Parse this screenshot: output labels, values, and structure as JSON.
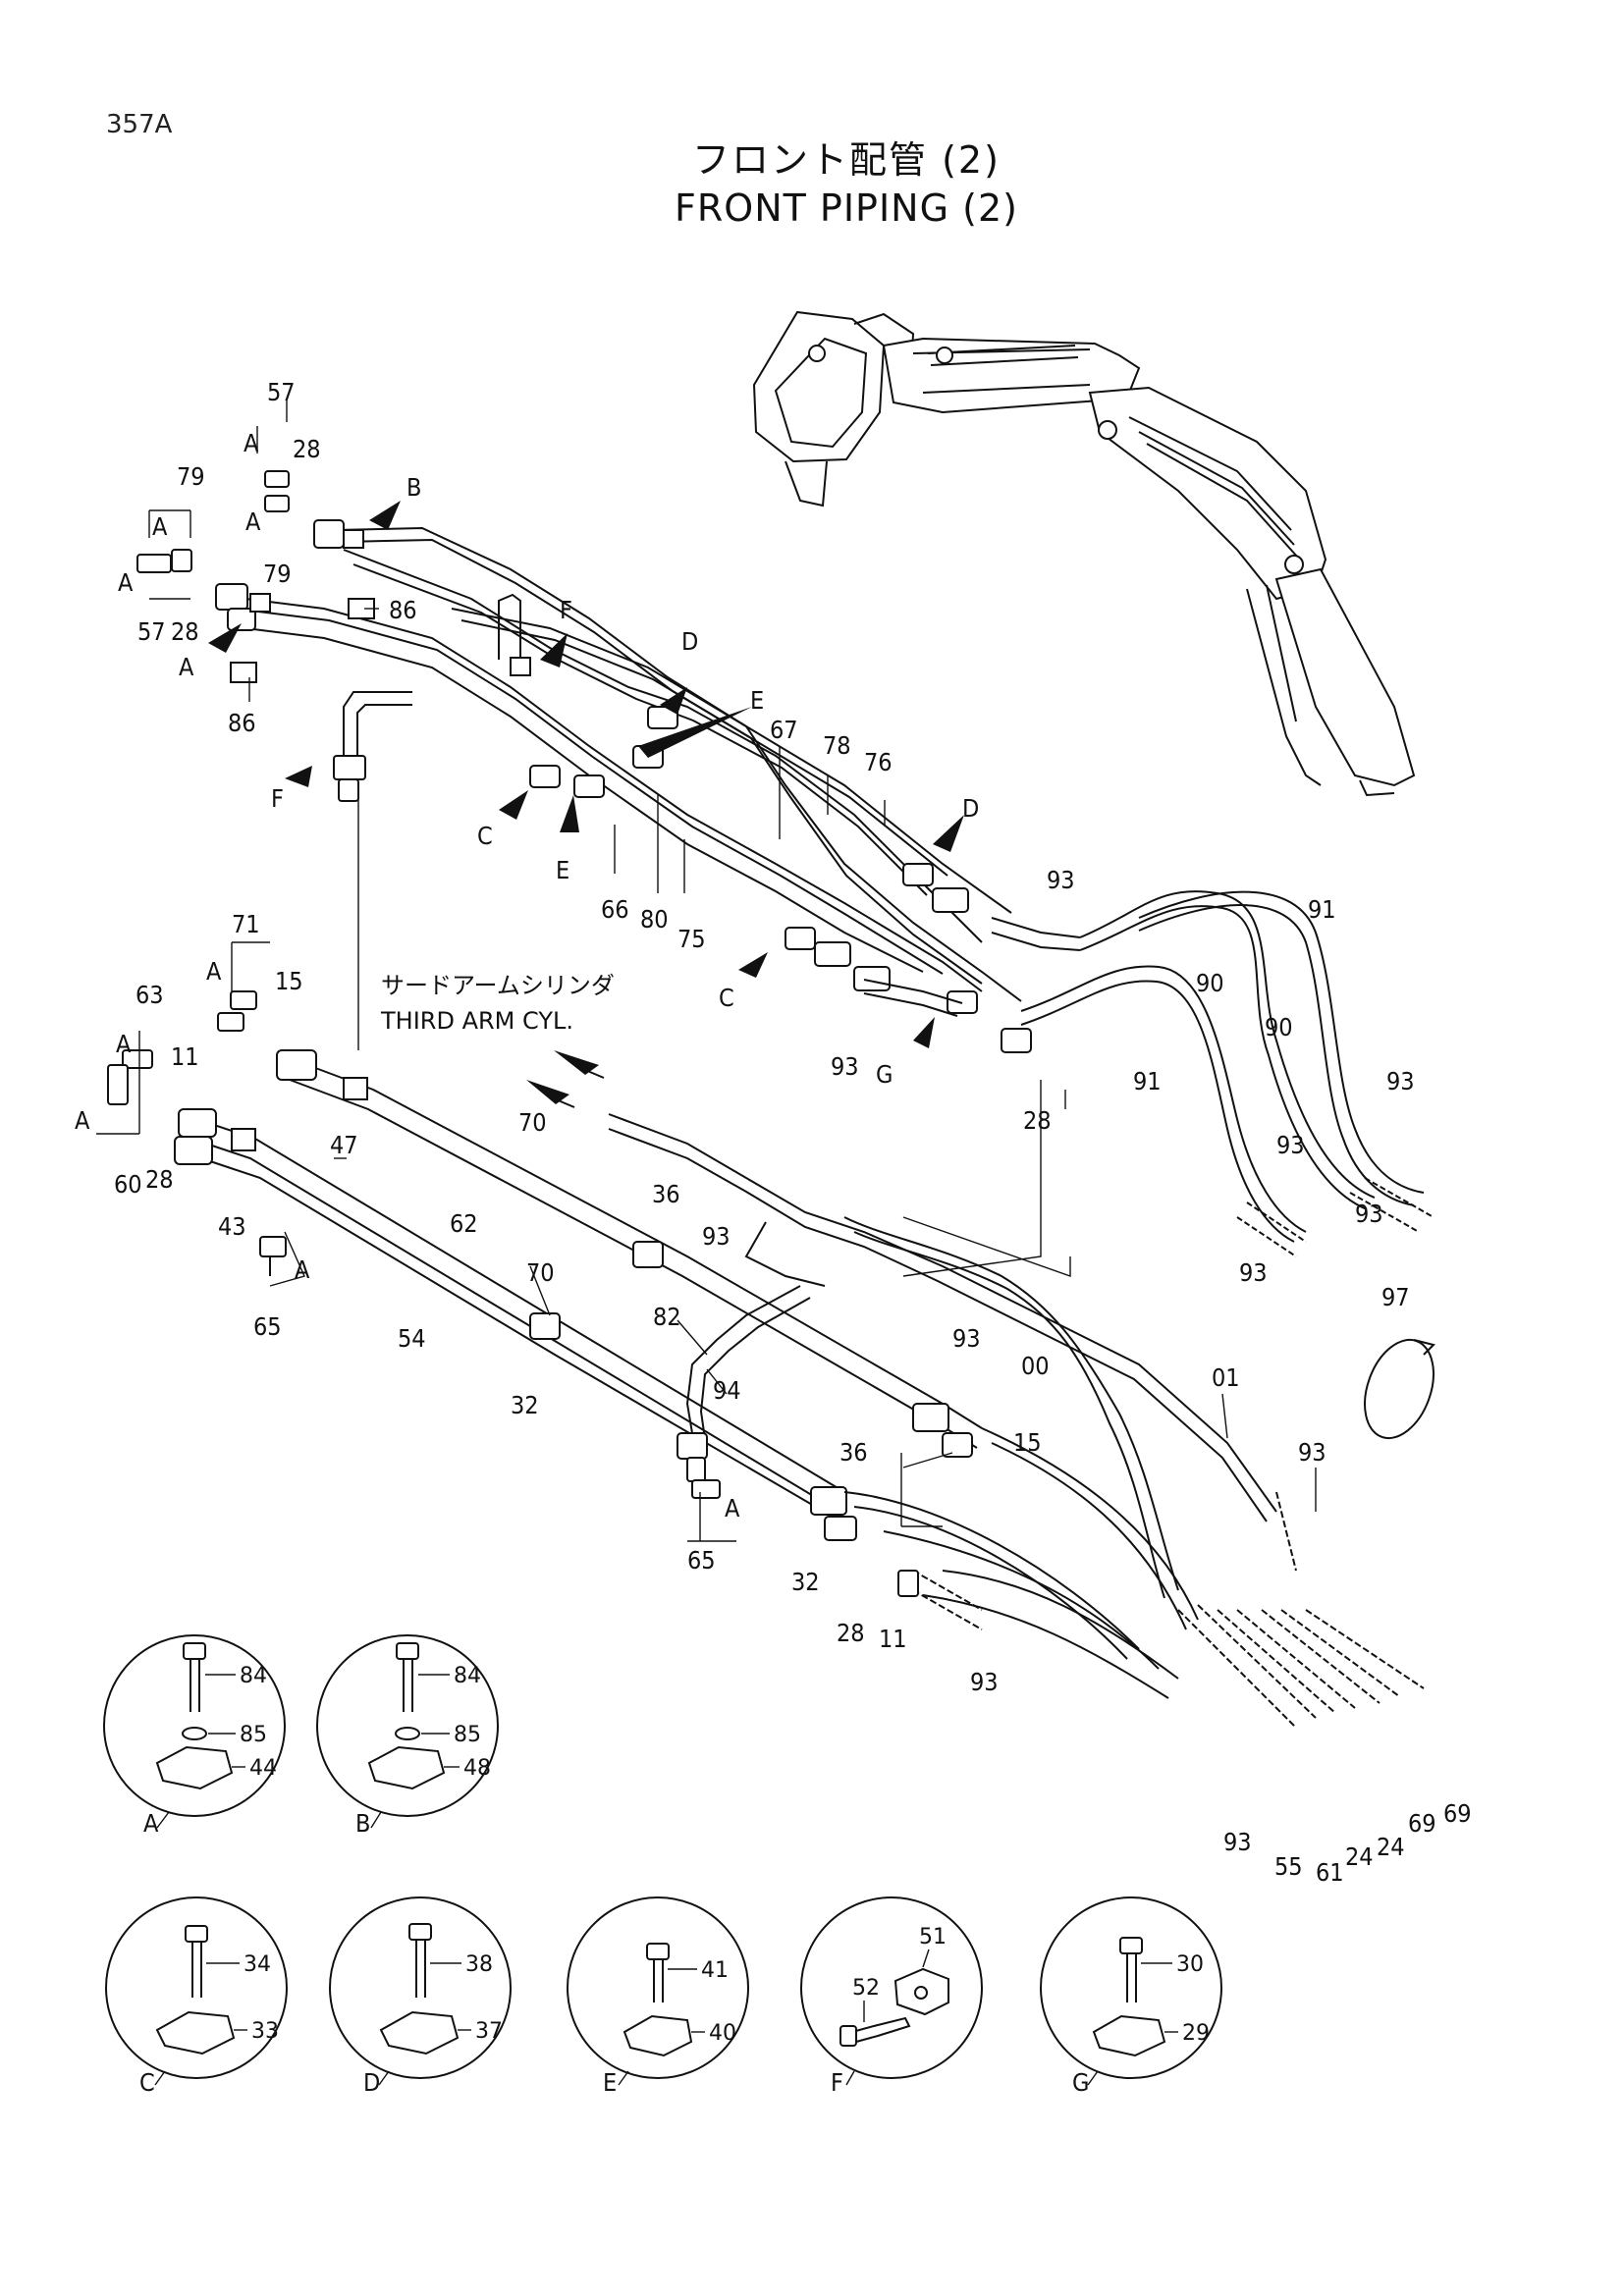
{
  "page": {
    "code": "357A",
    "title_jp": "フロント配管 (2)",
    "title_en": "FRONT PIPING (2)"
  },
  "note": {
    "jp": "サードアームシリンダ",
    "en": "THIRD ARM CYL."
  },
  "callouts": {
    "a": "A",
    "b": "B",
    "c": "C",
    "d": "D",
    "e": "E",
    "f": "F",
    "g": "G"
  },
  "part_labels": {
    "p57": "57",
    "p79": "79",
    "p28": "28",
    "p86": "86",
    "p67": "67",
    "p78": "78",
    "p76": "76",
    "p66": "66",
    "p80": "80",
    "p75": "75",
    "p71": "71",
    "p63": "63",
    "p15": "15",
    "p11": "11",
    "p47": "47",
    "p60": "60",
    "p43": "43",
    "p62": "62",
    "p70": "70",
    "p36": "36",
    "p65": "65",
    "p54": "54",
    "p32": "32",
    "p82": "82",
    "p94": "94",
    "p93": "93",
    "p91": "91",
    "p90": "90",
    "p00": "00",
    "p01": "01",
    "p97": "97",
    "p55": "55",
    "p61": "61",
    "p24": "24",
    "p69": "69",
    "p84": "84",
    "p85": "85",
    "p44": "44",
    "p48": "48",
    "p34": "34",
    "p33": "33",
    "p38": "38",
    "p37": "37",
    "p41": "41",
    "p40": "40",
    "p51": "51",
    "p52": "52",
    "p30": "30",
    "p29": "29"
  },
  "detail_views": [
    {
      "letter": "A",
      "bolt": "84",
      "washer": "85",
      "clamp": "44"
    },
    {
      "letter": "B",
      "bolt": "84",
      "washer": "85",
      "clamp": "48"
    },
    {
      "letter": "C",
      "bolt": "34",
      "clamp": "33"
    },
    {
      "letter": "D",
      "bolt": "38",
      "clamp": "37"
    },
    {
      "letter": "E",
      "bolt": "41",
      "clamp": "40"
    },
    {
      "letter": "F",
      "bolt": "52",
      "clamp": "51"
    },
    {
      "letter": "G",
      "bolt": "30",
      "clamp": "29"
    }
  ]
}
